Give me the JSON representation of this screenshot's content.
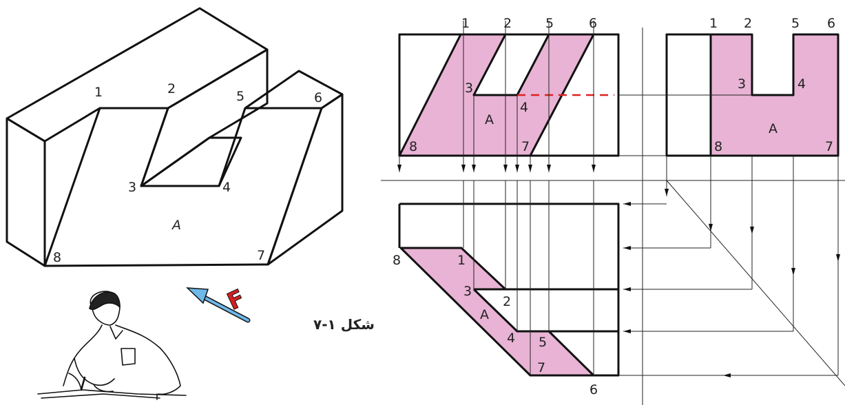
{
  "colors": {
    "face_fill": "#e8b3d4",
    "line": "#111111",
    "hidden_line": "#e02020",
    "arrow_body": "#6fb8e8",
    "letter_F": "#d42020"
  },
  "caption": "شکل ۱-۷",
  "iso_labels": {
    "p1": "1",
    "p2": "2",
    "p3": "3",
    "p4": "4",
    "p5": "5",
    "p6": "6",
    "p7": "7",
    "p8": "8",
    "face": "A"
  },
  "view_arrow_letter": "F",
  "front_view": {
    "top_labels": [
      "1",
      "2",
      "5",
      "6"
    ],
    "labels": {
      "p3": "3",
      "p4": "4",
      "p7": "7",
      "p8": "8",
      "face": "A"
    }
  },
  "side_view": {
    "top_labels": [
      "1",
      "2",
      "5",
      "6"
    ],
    "labels": {
      "p3": "3",
      "p4": "4",
      "p7": "7",
      "p8": "8",
      "face": "A"
    }
  },
  "top_view": {
    "labels": {
      "p1": "1",
      "p2": "2",
      "p3": "3",
      "p4": "4",
      "p5": "5",
      "p6": "6",
      "p7": "7",
      "p8": "8",
      "face": "A"
    }
  },
  "icons": [
    "view-direction-arrow-icon",
    "drafter-person-icon"
  ]
}
